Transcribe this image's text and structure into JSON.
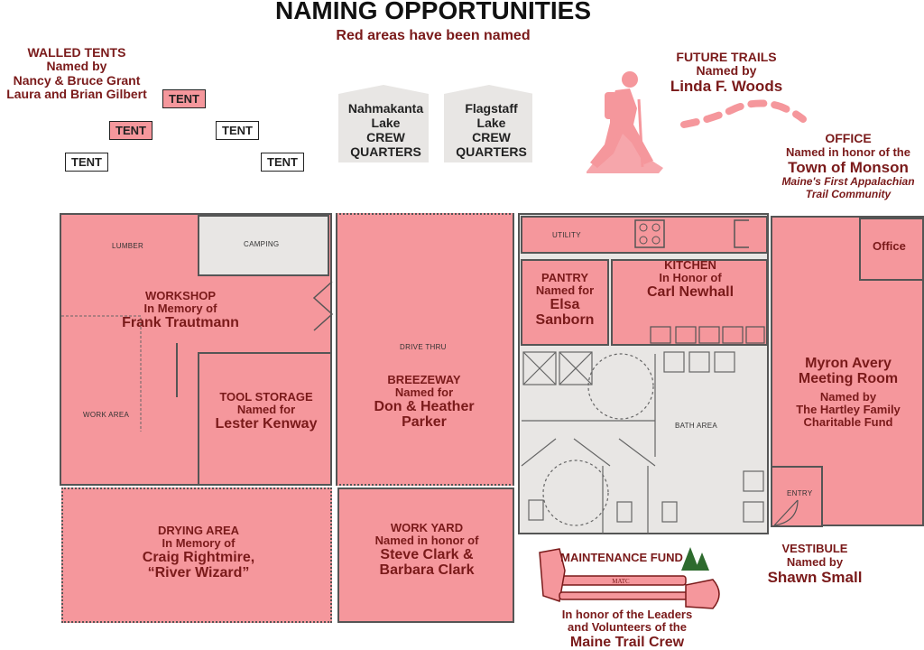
{
  "title": "NAMING OPPORTUNITIES",
  "subtitle": "Red areas have been named",
  "walled_tents": {
    "heading": "WALLED TENTS",
    "line1": "Named by",
    "line2": "Nancy & Bruce Grant",
    "line3": "Laura and Brian Gilbert",
    "tent_label": "TENT"
  },
  "crew_quarters": [
    {
      "name1": "Nahmakanta",
      "name2": "Lake",
      "name3": "CREW",
      "name4": "QUARTERS"
    },
    {
      "name1": "Flagstaff",
      "name2": "Lake",
      "name3": "CREW",
      "name4": "QUARTERS"
    }
  ],
  "future_trails": {
    "heading": "FUTURE TRAILS",
    "line1": "Named by",
    "name": "Linda F. Woods"
  },
  "office_note": {
    "heading": "OFFICE",
    "line1": "Named in honor of the",
    "name": "Town of Monson",
    "tag1": "Maine's First Appalachian",
    "tag2": "Trail Community"
  },
  "rooms": {
    "lumber": "LUMBER",
    "camping": "CAMPING",
    "workshop": {
      "t1": "WORKSHOP",
      "t2": "In Memory of",
      "t3": "Frank Trautmann"
    },
    "work_area": "WORK AREA",
    "tool_storage": {
      "t1": "TOOL STORAGE",
      "t2": "Named for",
      "t3": "Lester Kenway"
    },
    "drive_thru": "DRIVE THRU",
    "breezeway": {
      "t1": "BREEZEWAY",
      "t2": "Named for",
      "t3": "Don & Heather",
      "t4": "Parker"
    },
    "drying": {
      "t1": "DRYING AREA",
      "t2": "In Memory of",
      "t3": "Craig Rightmire,",
      "t4": "“River Wizard”"
    },
    "work_yard": {
      "t1": "WORK YARD",
      "t2": "Named in honor of",
      "t3": "Steve Clark &",
      "t4": "Barbara Clark"
    },
    "utility": "UTILITY",
    "pantry": {
      "t1": "PANTRY",
      "t2": "Named for",
      "t3": "Elsa",
      "t4": "Sanborn"
    },
    "kitchen": {
      "t1": "KITCHEN",
      "t2": "In Honor of",
      "t3": "Carl Newhall"
    },
    "bath": "BATH AREA",
    "office": "Office",
    "meeting": {
      "t1": "Myron Avery",
      "t2": "Meeting Room",
      "t3": "Named by",
      "t4": "The Hartley Family",
      "t5": "Charitable Fund"
    },
    "entry": "ENTRY"
  },
  "vestibule": {
    "t1": "VESTIBULE",
    "t2": "Named by",
    "t3": "Shawn Small"
  },
  "maintenance": {
    "t1": "MAINTENANCE FUND",
    "axe_mark": "MATC",
    "t2": "In honor of the Leaders",
    "t3": "and Volunteers of the",
    "t4": "Maine Trail Crew"
  },
  "colors": {
    "named_red": "#f5979c",
    "unnamed_grey": "#e8e6e4",
    "text_maroon": "#7a1a1a"
  }
}
